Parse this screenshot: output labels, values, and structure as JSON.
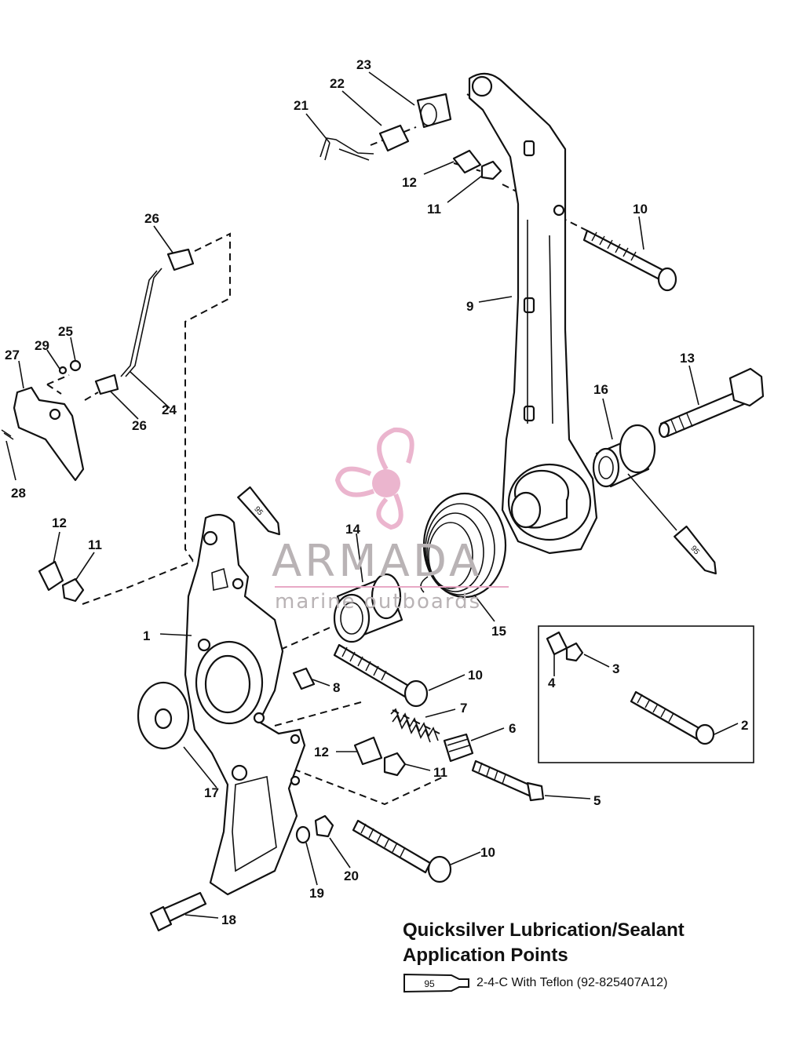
{
  "callouts": {
    "c1": "1",
    "c2": "2",
    "c3": "3",
    "c4": "4",
    "c5": "5",
    "c6": "6",
    "c7": "7",
    "c8": "8",
    "c9": "9",
    "c10a": "10",
    "c10b": "10",
    "c10c": "10",
    "c11a": "11",
    "c11b": "11",
    "c11c": "11",
    "c12a": "12",
    "c12b": "12",
    "c12c": "12",
    "c13": "13",
    "c14": "14",
    "c15": "15",
    "c16": "16",
    "c17": "17",
    "c18": "18",
    "c19": "19",
    "c20": "20",
    "c21": "21",
    "c22": "22",
    "c23": "23",
    "c24": "24",
    "c25": "25",
    "c26a": "26",
    "c26b": "26",
    "c27": "27",
    "c28": "28",
    "c29": "29"
  },
  "tube_label": "95",
  "watermark": {
    "brand": "ARMADA",
    "tagline": "marine outboards",
    "accent_color": "#e8a9c6"
  },
  "legend": {
    "title": "Quicksilver Lubrication/Sealant Application Points",
    "tube_label": "95",
    "item_text": "2-4-C  With Teflon (92-825407A12)"
  }
}
